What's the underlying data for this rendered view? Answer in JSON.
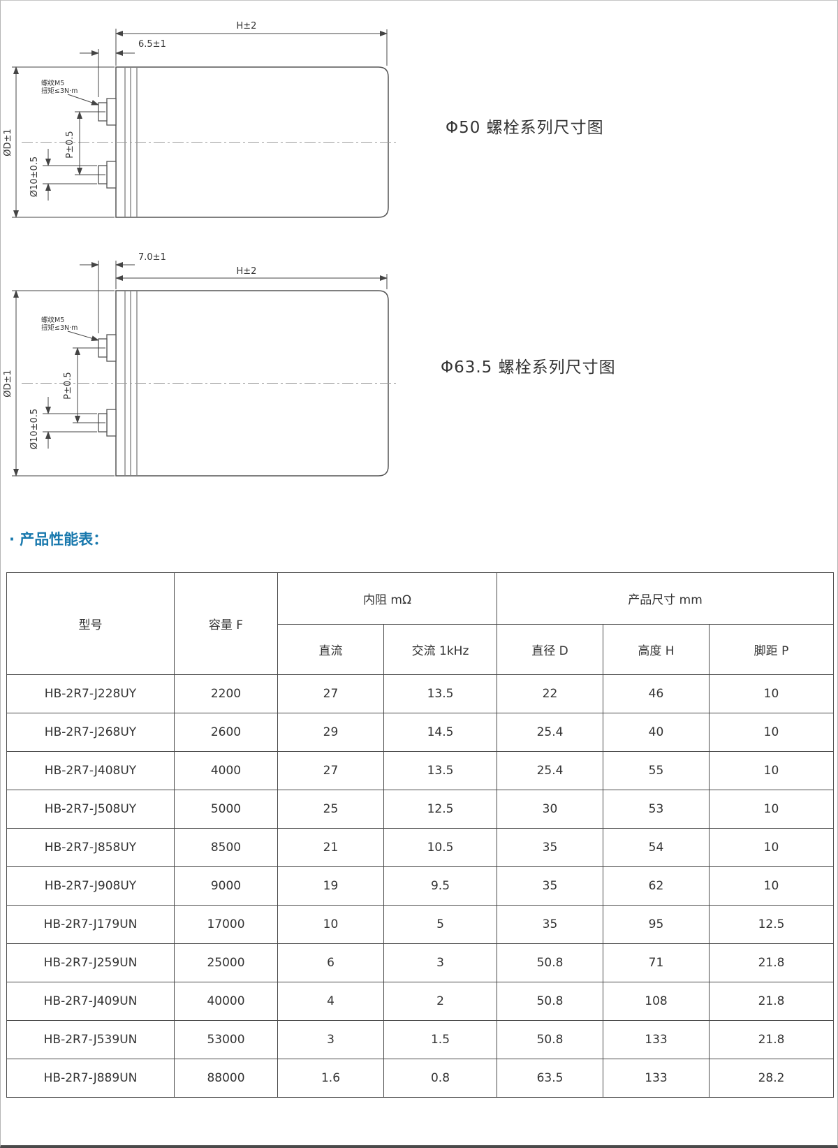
{
  "colors": {
    "accent": "#1878ad",
    "line": "#555555",
    "border": "#4a4a4a"
  },
  "drawings": {
    "d1": {
      "title": "Φ50 螺栓系列尺寸图",
      "dims": {
        "h": "H±2",
        "lead": "6.5±1",
        "d": "ØD±1",
        "term": "Ø10±0.5",
        "p": "P±0.5"
      },
      "note1": "螺纹M5",
      "note2": "扭矩≤3N·m"
    },
    "d2": {
      "title": "Φ63.5 螺栓系列尺寸图",
      "dims": {
        "h": "H±2",
        "lead": "7.0±1",
        "d": "ØD±1",
        "term": "Ø10±0.5",
        "p": "P±0.5"
      },
      "note1": "螺纹M5",
      "note2": "扭矩≤3N·m"
    }
  },
  "section_title": "· 产品性能表：",
  "table": {
    "headers": {
      "model": "型号",
      "capacity": "容量 F",
      "resistance_group": "内阻 mΩ",
      "dimensions_group": "产品尺寸 mm",
      "dc": "直流",
      "ac": "交流 1kHz",
      "diameter": "直径 D",
      "height": "高度 H",
      "pitch": "脚距 P"
    },
    "rows": [
      [
        "HB-2R7-J228UY",
        "2200",
        "27",
        "13.5",
        "22",
        "46",
        "10"
      ],
      [
        "HB-2R7-J268UY",
        "2600",
        "29",
        "14.5",
        "25.4",
        "40",
        "10"
      ],
      [
        "HB-2R7-J408UY",
        "4000",
        "27",
        "13.5",
        "25.4",
        "55",
        "10"
      ],
      [
        "HB-2R7-J508UY",
        "5000",
        "25",
        "12.5",
        "30",
        "53",
        "10"
      ],
      [
        "HB-2R7-J858UY",
        "8500",
        "21",
        "10.5",
        "35",
        "54",
        "10"
      ],
      [
        "HB-2R7-J908UY",
        "9000",
        "19",
        "9.5",
        "35",
        "62",
        "10"
      ],
      [
        "HB-2R7-J179UN",
        "17000",
        "10",
        "5",
        "35",
        "95",
        "12.5"
      ],
      [
        "HB-2R7-J259UN",
        "25000",
        "6",
        "3",
        "50.8",
        "71",
        "21.8"
      ],
      [
        "HB-2R7-J409UN",
        "40000",
        "4",
        "2",
        "50.8",
        "108",
        "21.8"
      ],
      [
        "HB-2R7-J539UN",
        "53000",
        "3",
        "1.5",
        "50.8",
        "133",
        "21.8"
      ],
      [
        "HB-2R7-J889UN",
        "88000",
        "1.6",
        "0.8",
        "63.5",
        "133",
        "28.2"
      ]
    ]
  }
}
